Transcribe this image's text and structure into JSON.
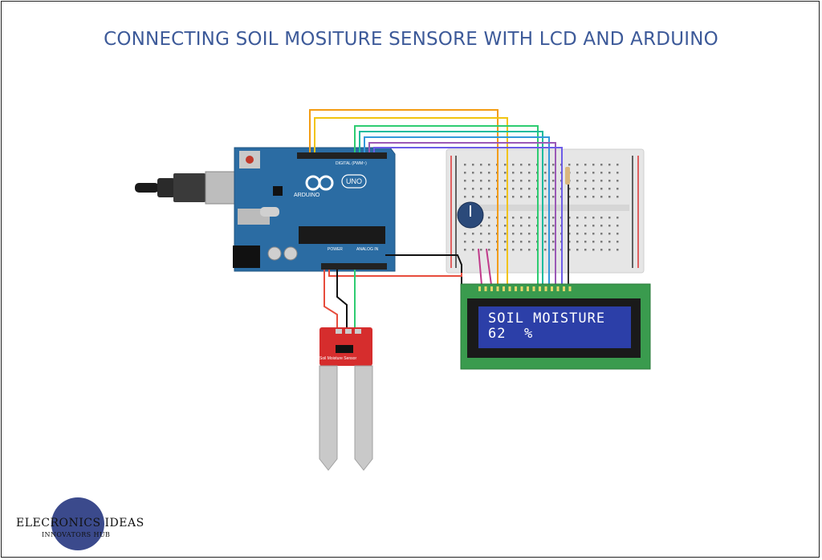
{
  "title": "CONNECTING SOIL MOSITURE SENSORE WITH LCD AND ARDUINO",
  "lcd": {
    "line1": "SOIL MOISTURE",
    "line2": "62  %"
  },
  "arduino": {
    "brand": "ARDUINO",
    "model": "UNO",
    "digital_label": "DIGITAL (PWM~)",
    "power_label": "POWER",
    "analog_label": "ANALOG IN"
  },
  "sensor": {
    "label": "Soil Moisture Sensor"
  },
  "logo": {
    "name": "ELECRONICS IDEAS",
    "tagline": "INNOVATORS HUB"
  },
  "colors": {
    "title": "#3d5a99",
    "board": "#2b6ca3",
    "lcd_screen": "#2c3fa8",
    "lcd_pcb": "#3a9b4e",
    "sensor": "#d62d2d",
    "logo_circle": "#3b4a8c"
  }
}
